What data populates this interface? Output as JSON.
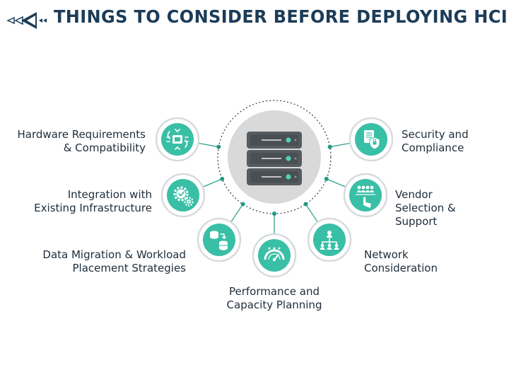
{
  "title": "THINGS TO CONSIDER BEFORE DEPLOYING HCI",
  "colors": {
    "teal": "#39bfa6",
    "teal_dark": "#2aa78f",
    "ring": "#d8dbdd",
    "title": "#1c3c58",
    "connector": "#1e9b82",
    "server_gray": "#555b5f",
    "hub_gray": "#d9d9d9"
  },
  "center_icon": "server-rack-icon",
  "considerations": [
    {
      "id": "hardware",
      "line1": "Hardware Requirements",
      "line2": "& Compatibility",
      "line3": "",
      "icon": "hardware-compat-icon"
    },
    {
      "id": "integration",
      "line1": "Integration with",
      "line2": "Existing Infrastructure",
      "line3": "",
      "icon": "gear-check-icon"
    },
    {
      "id": "migration",
      "line1": "Data Migration & Workload",
      "line2": "Placement Strategies",
      "line3": "",
      "icon": "database-migration-icon"
    },
    {
      "id": "performance",
      "line1": "Performance and",
      "line2": "Capacity Planning",
      "line3": "",
      "icon": "gauge-icon"
    },
    {
      "id": "network",
      "line1": "Network",
      "line2": "Consideration",
      "line3": "",
      "icon": "network-hierarchy-icon"
    },
    {
      "id": "vendor",
      "line1": "Vendor",
      "line2": "Selection &",
      "line3": "Support",
      "icon": "team-hand-icon"
    },
    {
      "id": "security",
      "line1": "Security and",
      "line2": "Compliance",
      "line3": "",
      "icon": "shield-lock-icon"
    }
  ]
}
